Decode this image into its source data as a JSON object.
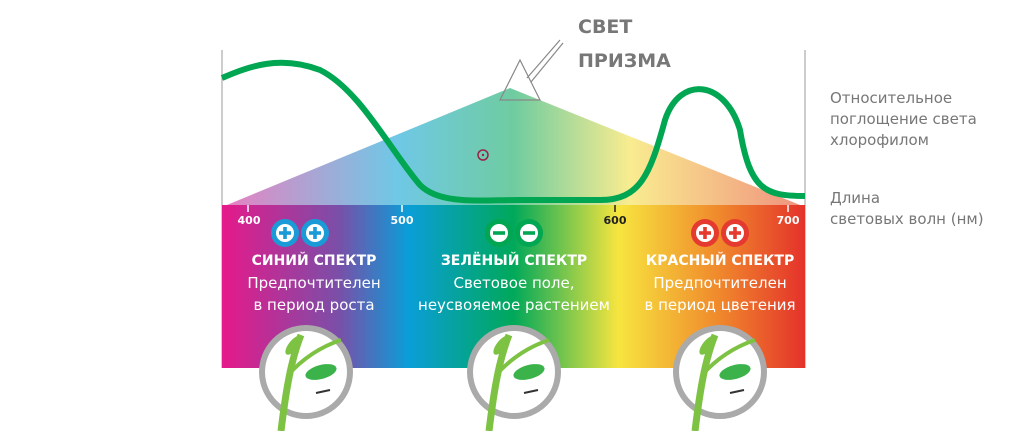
{
  "prism_labels": {
    "light": "СВЕТ",
    "prism": "ПРИЗМА"
  },
  "legend": {
    "absorption": [
      "Относительное",
      "поглощение света",
      "хлорофилом"
    ],
    "wavelength": [
      "Длина",
      "световых волн (нм)"
    ]
  },
  "axis_ticks": [
    "400",
    "500",
    "600",
    "700"
  ],
  "sections": [
    {
      "title": "СИНИЙ СПЕКТР",
      "line1": "Предпочтителен",
      "line2": "в период роста",
      "sign": "plus",
      "color": "#1a9ad6"
    },
    {
      "title": "ЗЕЛЁНЫЙ СПЕКТР",
      "line1": "Световое поле,",
      "line2": "неусвояемое растением",
      "sign": "minus",
      "color": "#00a651"
    },
    {
      "title": "КРАСНЫЙ СПЕКТР",
      "line1": "Предпочтителен",
      "line2": "в период цветения",
      "sign": "plus",
      "color": "#e53a2f"
    }
  ],
  "colors": {
    "curve": "#00a651",
    "frame": "#999999"
  }
}
